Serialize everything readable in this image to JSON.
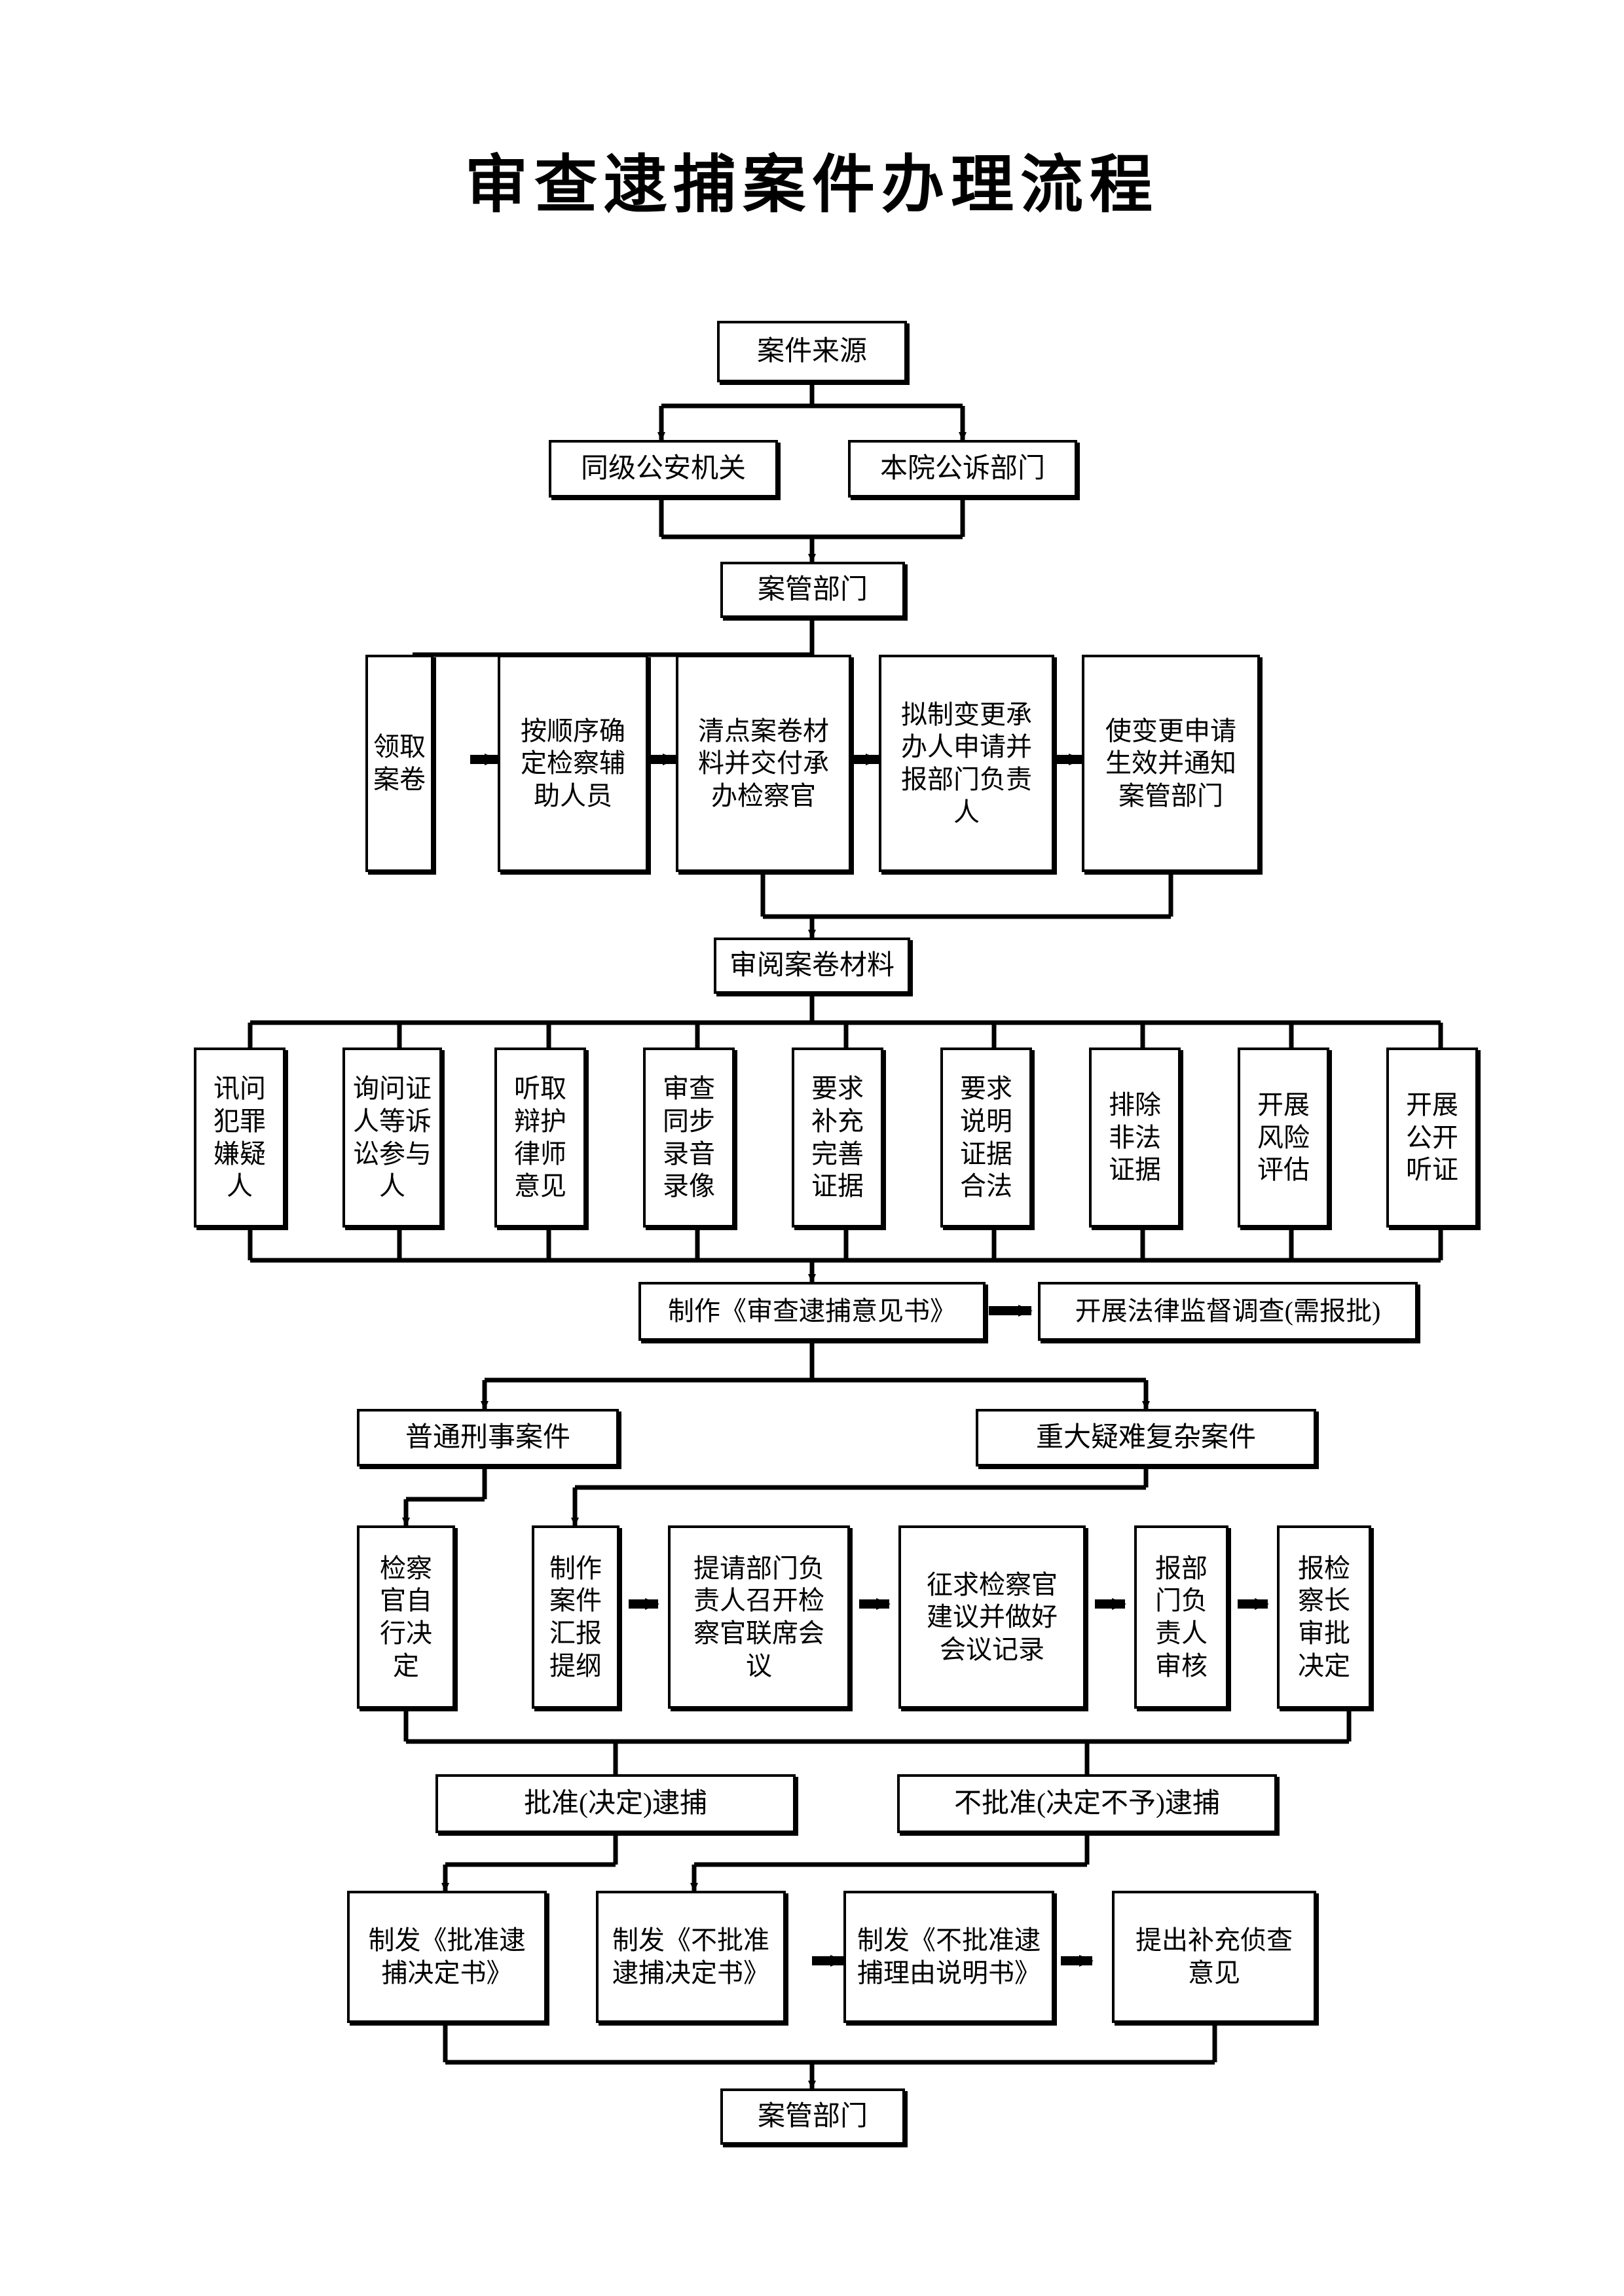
{
  "title": "审查逮捕案件办理流程",
  "chart_data": {
    "type": "diagram",
    "title": "审查逮捕案件办理流程",
    "node_count": 34
  },
  "nodes": {
    "case_source": "案件来源",
    "public_security": "同级公安机关",
    "prosecution_dept": "本院公诉部门",
    "case_mgmt_top": "案管部门",
    "step_receive": "领取案卷",
    "step_assign": "按顺序确定检察辅助人员",
    "step_count": "清点案卷材料并交付承办检察官",
    "step_change": "拟制变更承办人申请并报部门负责人",
    "step_effect": "使变更申请生效并通知案管部门",
    "review_files": "审阅案卷材料",
    "act_interrogate": "讯问犯罪嫌疑人",
    "act_question": "询问证人等诉讼参与人",
    "act_listen": "听取辩护律师意见",
    "act_av": "审查同步录音录像",
    "act_supplement": "要求补充完善证据",
    "act_explain": "要求说明证据合法",
    "act_exclude": "排除非法证据",
    "act_risk": "开展风险评估",
    "act_hearing": "开展公开听证",
    "make_opinion": "制作《审查逮捕意见书》",
    "legal_supervision": "开展法律监督调查(需报批)",
    "ordinary_case": "普通刑事案件",
    "major_case": "重大疑难复杂案件",
    "self_decide": "检察官自行决定",
    "make_report": "制作案件汇报提纲",
    "request_meeting": "提请部门负责人召开检察官联席会议",
    "seek_advice": "征求检察官建议并做好会议记录",
    "dept_review": "报部门负责人审核",
    "chief_approve": "报检察长审批决定",
    "approve_arrest": "批准(决定)逮捕",
    "disapprove_arrest": "不批准(决定不予)逮捕",
    "issue_approve": "制发《批准逮捕决定书》",
    "issue_disapprove": "制发《不批准逮捕决定书》",
    "issue_reason": "制发《不批准逮捕理由说明书》",
    "supplement_opinion": "提出补充侦查意见",
    "case_mgmt_bottom": "案管部门"
  },
  "colors": {
    "stroke": "#000000",
    "fill": "#ffffff",
    "text": "#000000"
  }
}
